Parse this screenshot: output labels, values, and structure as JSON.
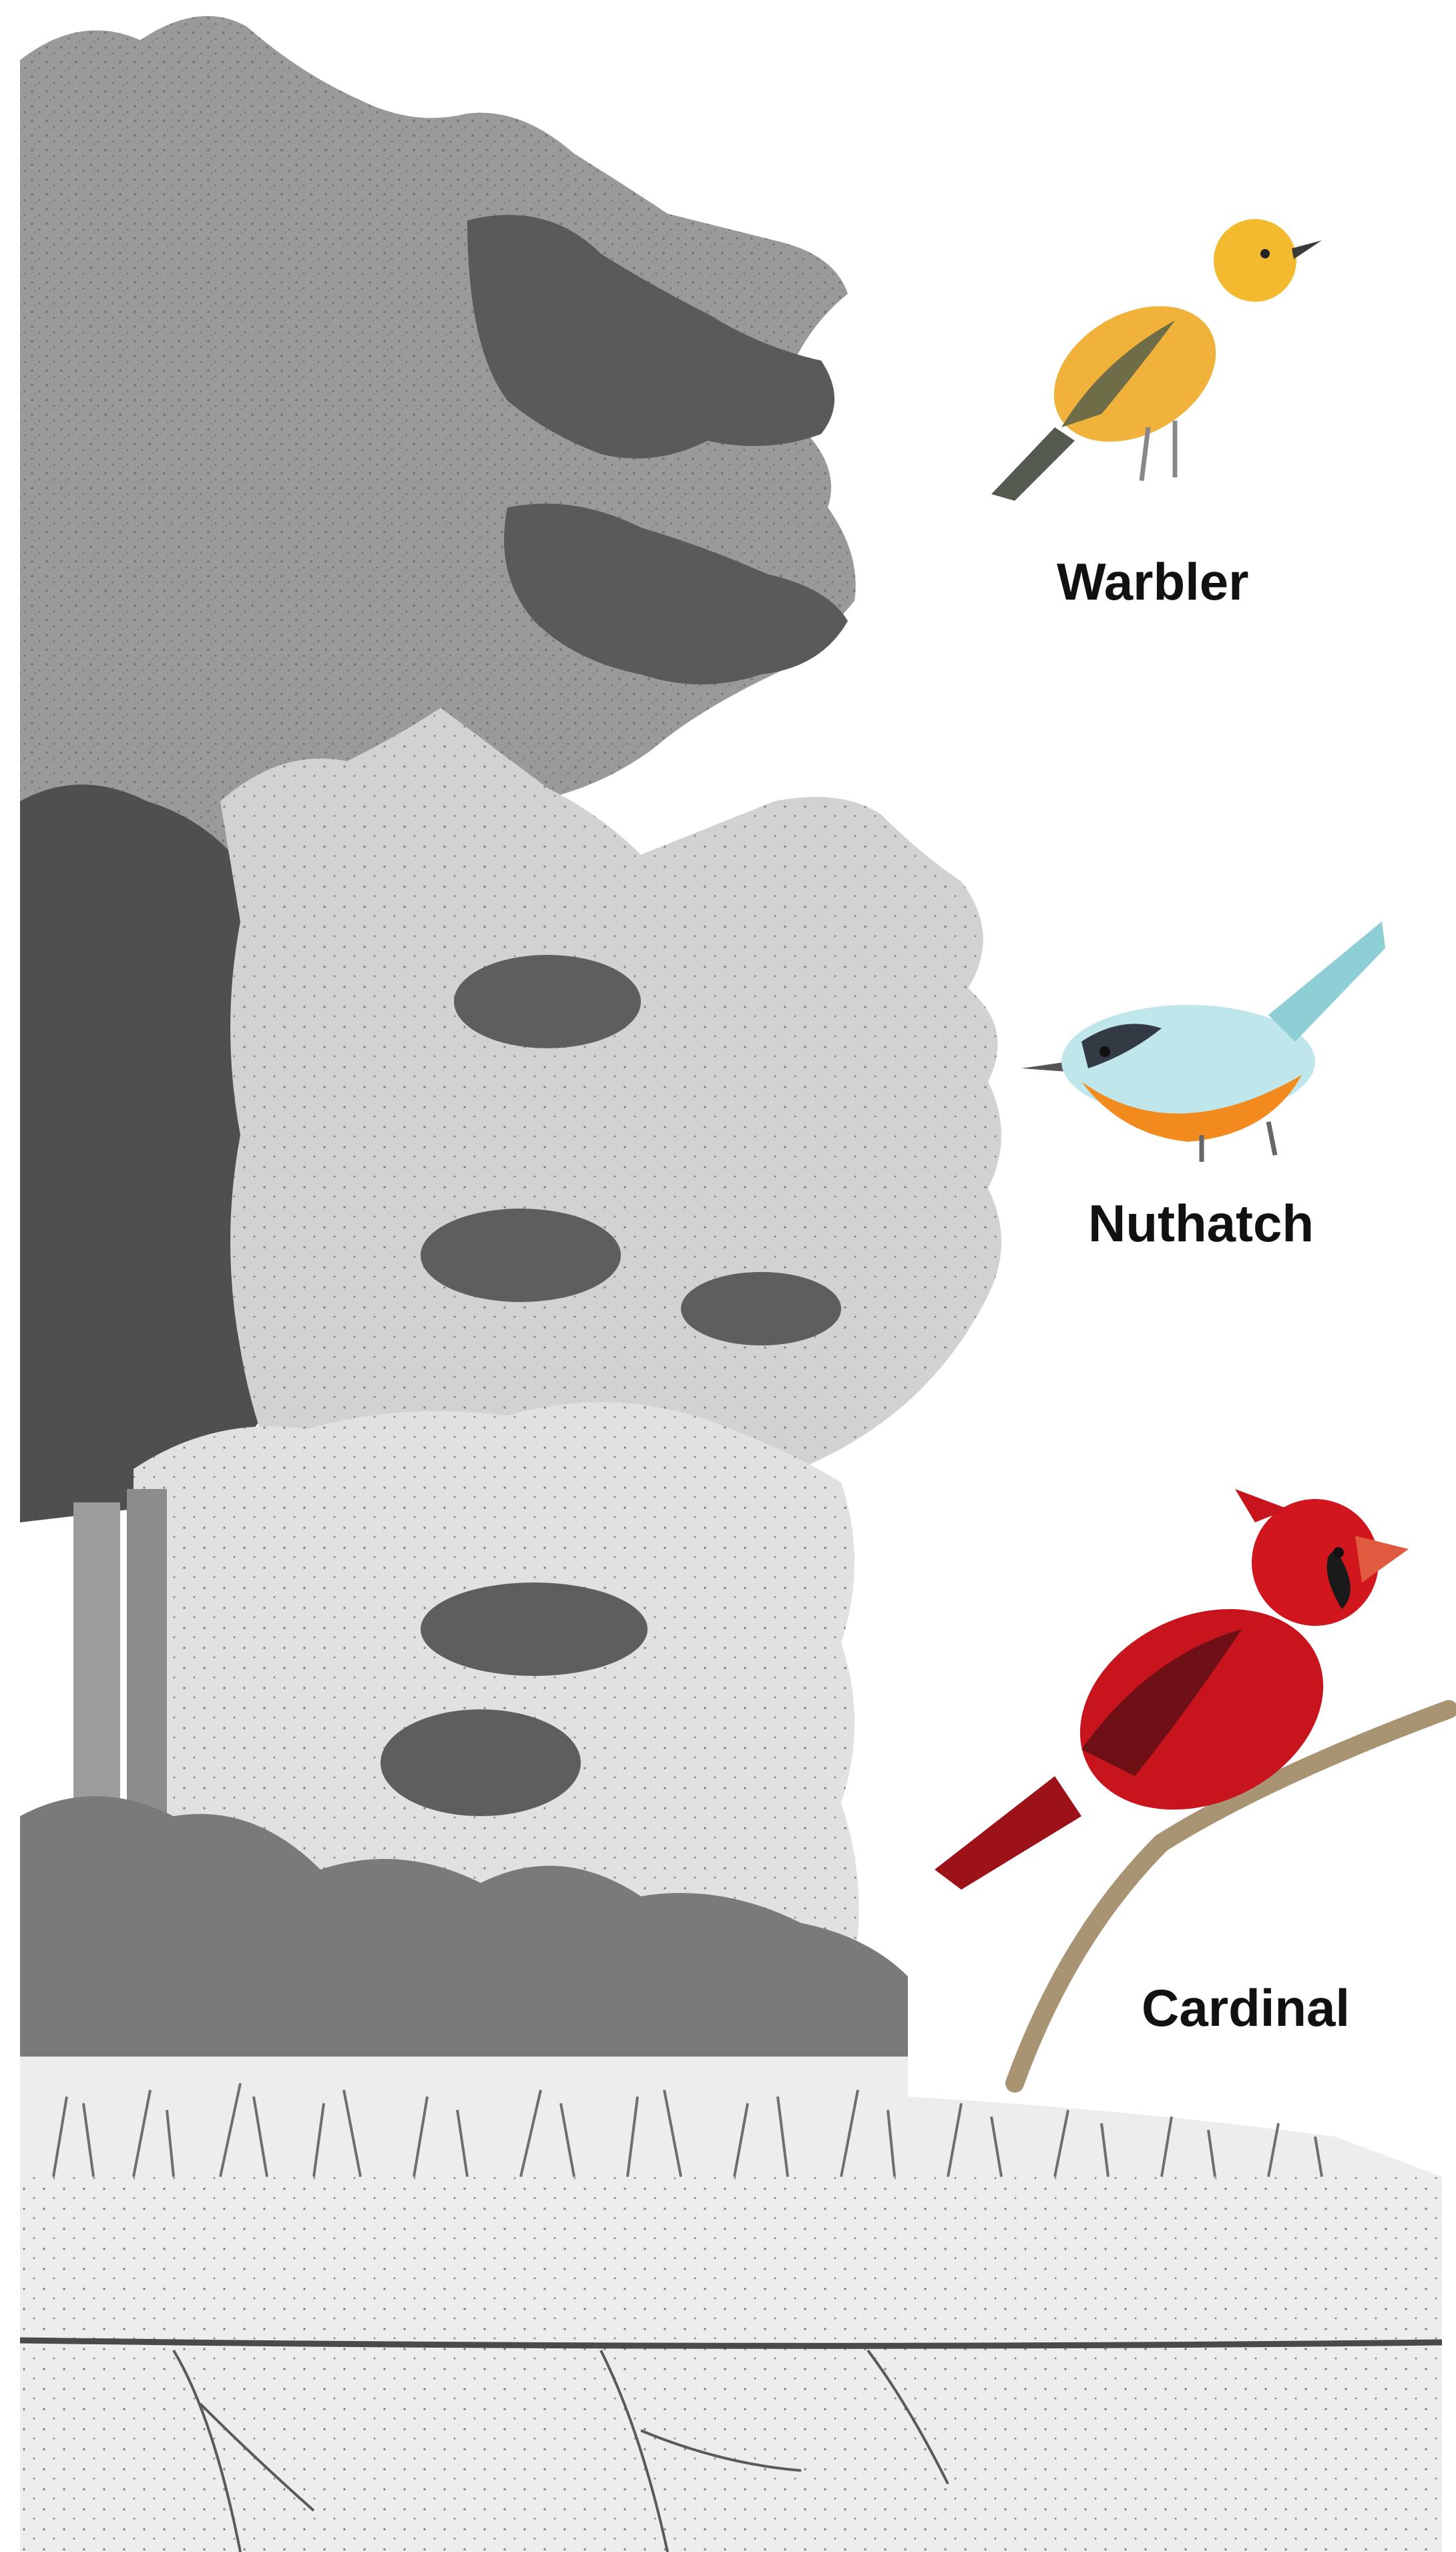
{
  "birds": {
    "warbler": {
      "label": "Warbler",
      "icon": "warbler-bird-icon",
      "color": "#f0b23a"
    },
    "nuthatch": {
      "label": "Nuthatch",
      "icon": "nuthatch-bird-icon",
      "color": "#a8dfe8"
    },
    "cardinal": {
      "label": "Cardinal",
      "icon": "cardinal-bird-icon",
      "color": "#c8141c"
    }
  },
  "colors": {
    "canopy_dark": "#5c5c5c",
    "canopy_mid": "#8a8a8a",
    "canopy_light": "#c9c9c9",
    "ground": "#e6e6e6",
    "soil_line": "#4a4a4a"
  }
}
